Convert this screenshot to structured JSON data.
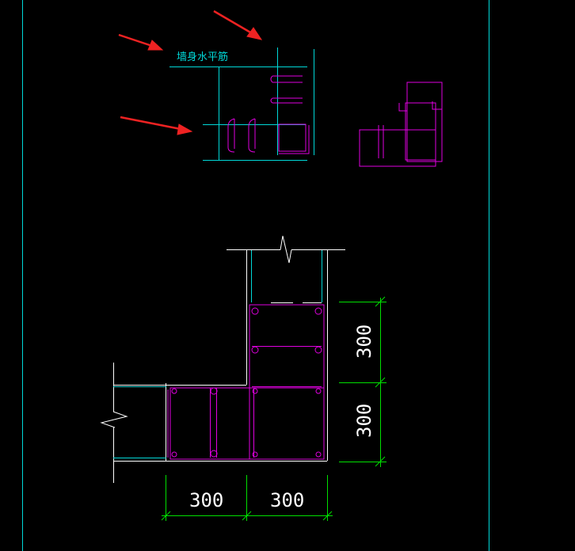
{
  "colors": {
    "background": "#000000",
    "cyan": "#00d8d8",
    "white": "#ffffff",
    "magenta": "#e000e0",
    "green": "#00e000",
    "red": "#ee2222"
  },
  "top_detail": {
    "label": "墙身水平筋"
  },
  "dimensions": {
    "vertical_upper": "300",
    "vertical_lower": "300",
    "horizontal_left": "300",
    "horizontal_right": "300"
  }
}
